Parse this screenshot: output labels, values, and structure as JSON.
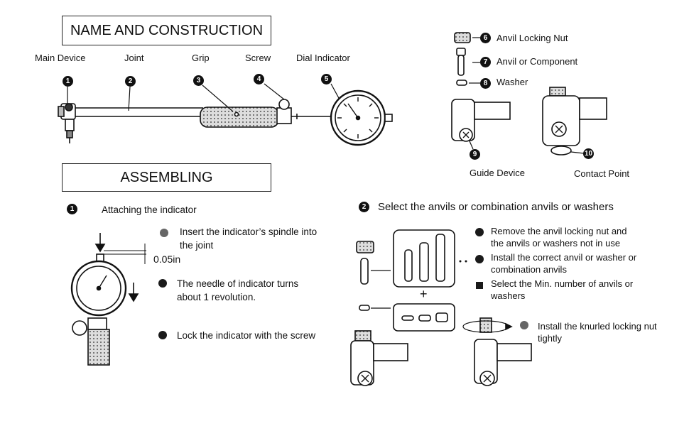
{
  "sections": {
    "name_title": "NAME AND CONSTRUCTION",
    "assembling_title": "ASSEMBLING"
  },
  "parts": {
    "main_device": "Main Device",
    "joint": "Joint",
    "grip": "Grip",
    "screw": "Screw",
    "dial_indicator": "Dial Indicator",
    "anvil_locking_nut": "Anvil Locking Nut",
    "anvil_or_component": "Anvil or Component",
    "washer": "Washer",
    "guide_device": "Guide Device",
    "contact_point": "Contact Point"
  },
  "numbers": [
    "1",
    "2",
    "3",
    "4",
    "5",
    "6",
    "7",
    "8",
    "9",
    "10"
  ],
  "step1": {
    "number": "1",
    "title": "Attaching the indicator",
    "measure": "0.05in",
    "items": [
      "Insert the indicator’s spindle into the joint",
      "The needle of indicator turns about 1 revolution.",
      "Lock the indicator with the screw"
    ]
  },
  "step2": {
    "number": "2",
    "title": "Select the anvils or combination anvils or washers",
    "items": [
      "Remove the anvil locking nut and the anvils or washers not in use",
      "Install the correct anvil or washer or combination anvils",
      "Select the Min. number of anvils or washers",
      "Install the knurled locking nut tightly"
    ],
    "plus": "+"
  }
}
